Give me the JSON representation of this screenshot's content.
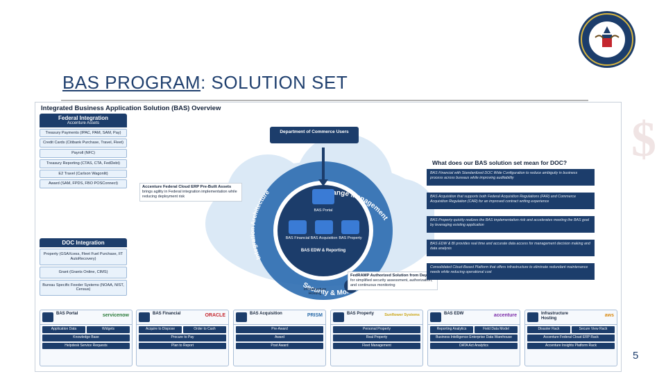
{
  "slide": {
    "title_underlined": "BAS PROGRAM",
    "title_rest": ": SOLUTION SET",
    "page_number": "5"
  },
  "poster": {
    "title": "Integrated Business Application Solution (BAS) Overview",
    "federal": {
      "heading": "Federal Integration",
      "subheading": "Accenture Assets",
      "items": [
        "Treasury Payments (IPAC, PAM, SAM, Pay)",
        "Credit Cards (Citibank Purchase, Travel, Fleet)",
        "Payroll (NFC)",
        "Treasury Reporting (CTAS, CTA, FedDebt)",
        "E2 Travel (Carlson Wagonlit)",
        "Award (SAM, FPDS, FBO POSConnect)"
      ]
    },
    "doc_integration": {
      "heading": "DOC Integration",
      "items": [
        "Property (GSAXcess, Fleet Fuel Purchase, IIT AutoRecovery)",
        "Grant (Grants Online, CIMS)",
        "Bureau Specific Feeder Systems (NOAA, NIST, Census)"
      ]
    },
    "hub": {
      "doc_users": "Department of Commerce Users",
      "ring_top": "Change Management",
      "ring_left": "Integration Architecture",
      "ring_bottom": "Security & Monitoring",
      "modules": [
        "BAS Portal",
        "BAS Financial",
        "BAS Acquisition",
        "BAS Property",
        "BAS EDW & Reporting"
      ],
      "callout_title": "Accenture Federal Cloud ERP Pre-Built Assets",
      "callout_text": "brings agility in Federal integration implementation while reducing deployment risk",
      "fedramp_title": "FedRAMP Authorized Solution from Day 1",
      "fedramp_text": "for simplified security assessment, authorization, and continuous monitoring",
      "infra": "Infrastructure Hosting"
    },
    "what": {
      "title": "What does our BAS solution set mean for DOC?",
      "benefits": [
        "BAS Financial with Standardized DOC Wide Configuration to reduce ambiguity in business process across bureaus while improving auditability",
        "BAS Acquisition that supports both Federal Acquisition Regulations (FAR) and Commerce Acquisition Regulation (CAR) for an improved contract writing experience",
        "BAS Property quickly realizes the BAS implementation risk and accelerates meeting the BAS goal by leveraging existing application",
        "BAS EDW & BI provides real time and accurate data access for management decision making and data analysis",
        "Consolidated Cloud-Based Platform that offers infrastructure to eliminate redundant maintenance needs while reducing operational cost"
      ]
    },
    "cards": [
      {
        "name": "BAS Portal",
        "vendor": "servicenow",
        "vendor_color": "#2a7a3a",
        "rows": [
          [
            "Application Data",
            "Widgets"
          ],
          [
            "Knowledge Base"
          ],
          [
            "Helpdesk Service Requests"
          ]
        ]
      },
      {
        "name": "BAS Financial",
        "vendor": "ORACLE",
        "vendor_color": "#c4262e",
        "rows": [
          [
            "Acquire to Dispose",
            "Order to Cash"
          ],
          [
            "Procure to Pay"
          ],
          [
            "Plan to Report"
          ]
        ]
      },
      {
        "name": "BAS Acquisition",
        "vendor": "PRISM",
        "vendor_color": "#2a6aa8",
        "rows": [
          [
            "Pre-Award"
          ],
          [
            "Award"
          ],
          [
            "Post Award"
          ]
        ]
      },
      {
        "name": "BAS Property",
        "vendor": "Sunflower Systems",
        "vendor_color": "#c9a415",
        "rows": [
          [
            "Personal Property"
          ],
          [
            "Real Property"
          ],
          [
            "Fleet Management"
          ]
        ]
      },
      {
        "name": "BAS EDW",
        "vendor": "accenture",
        "vendor_color": "#7a2aa8",
        "rows": [
          [
            "Reporting Analytics",
            "Field Data Model"
          ],
          [
            "Business Intelligence Enterprise Data Warehouse"
          ],
          [
            "DATA Act Analytics"
          ]
        ]
      },
      {
        "name": "Infrastructure Hosting",
        "vendor": "aws",
        "vendor_color": "#d98a13",
        "rows": [
          [
            "Disaster Rack",
            "Secure View Rack"
          ],
          [
            "Accenture Federal Cloud ERP Rack"
          ],
          [
            "Accenture Insights Platform Rack"
          ]
        ]
      }
    ]
  }
}
